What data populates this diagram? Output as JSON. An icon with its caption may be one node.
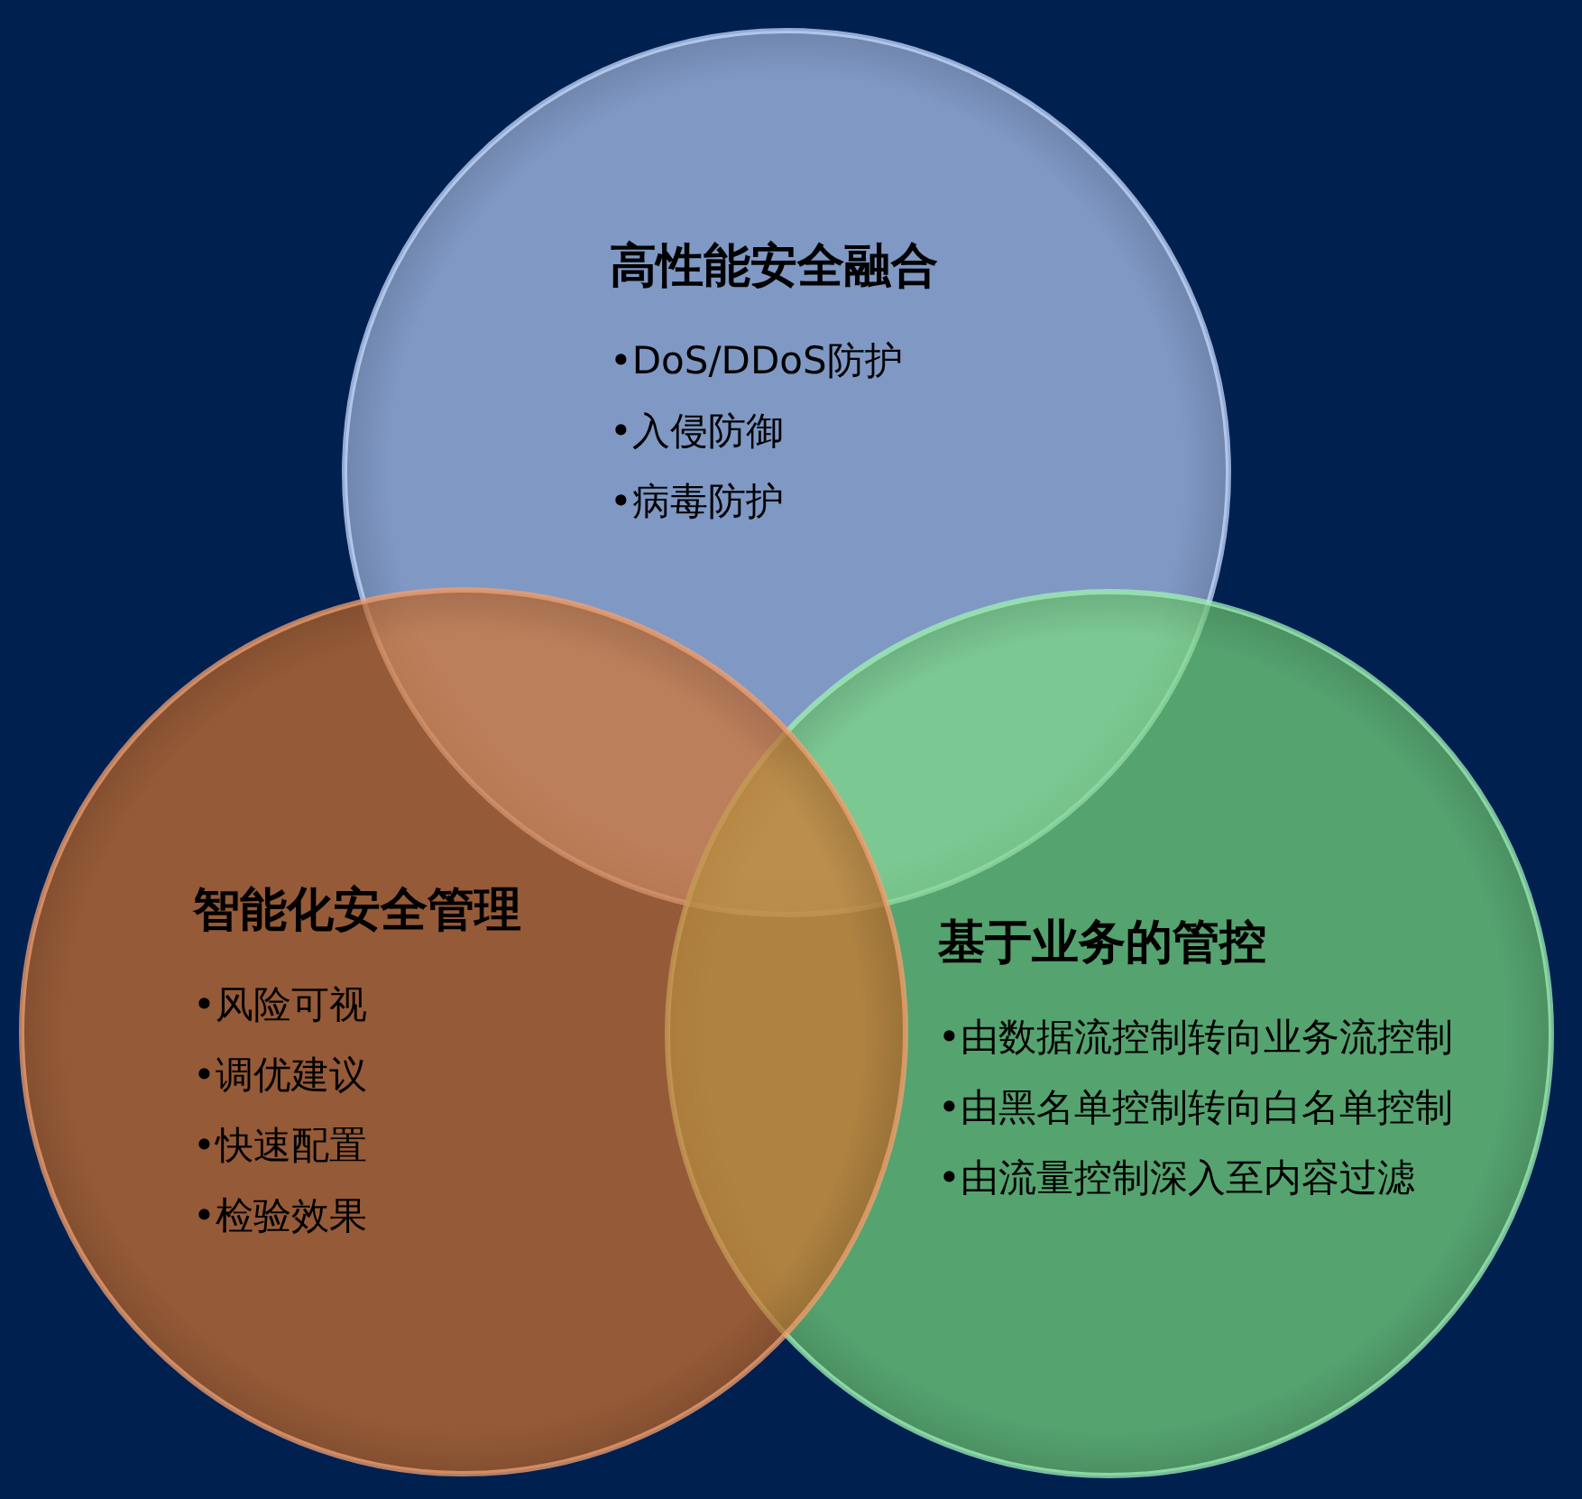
{
  "diagram": {
    "nodes": [
      {
        "text": [
          "高性能安全融合",
          "•DoS/DDoS防护",
          "•入侵防御",
          "•病毒防护"
        ]
      },
      {
        "text": [
          "智能化安全管理",
          "•风险可视",
          "•调优建议",
          "•快速配置",
          "•检验效果"
        ]
      },
      {
        "text": [
          "基于业务的管控",
          "•由数据流控制转向业务流控制",
          "•由黑名单控制转向白名单控制",
          "•由流量控制深入至内容过滤"
        ]
      }
    ]
  }
}
